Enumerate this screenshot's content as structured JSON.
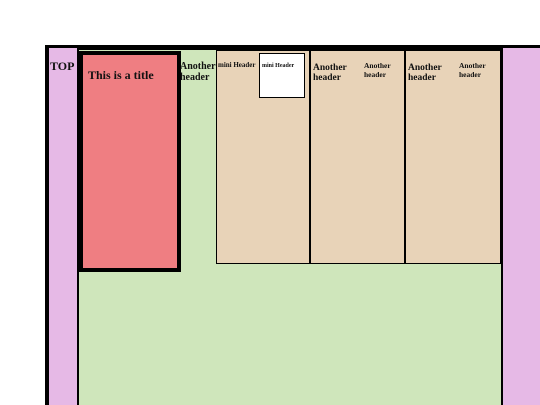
{
  "labels": {
    "top": "TOP",
    "title": "This is a title",
    "green_header": [
      "Another",
      "header"
    ],
    "mini_header_outer": "mini Header",
    "mini_header_inner": "mini Header",
    "panel_2_header": [
      "Another",
      "header"
    ],
    "panel_2_subheader": [
      "Another",
      "header"
    ],
    "panel_3_header": [
      "Another",
      "header"
    ],
    "panel_3_subheader": [
      "Another",
      "header"
    ]
  },
  "colors": {
    "pink_strip": "#e6b9e6",
    "green_area": "#cfe6bb",
    "title_red": "#ef7e82",
    "tan_panel": "#e8d3b8",
    "border": "#000000"
  }
}
